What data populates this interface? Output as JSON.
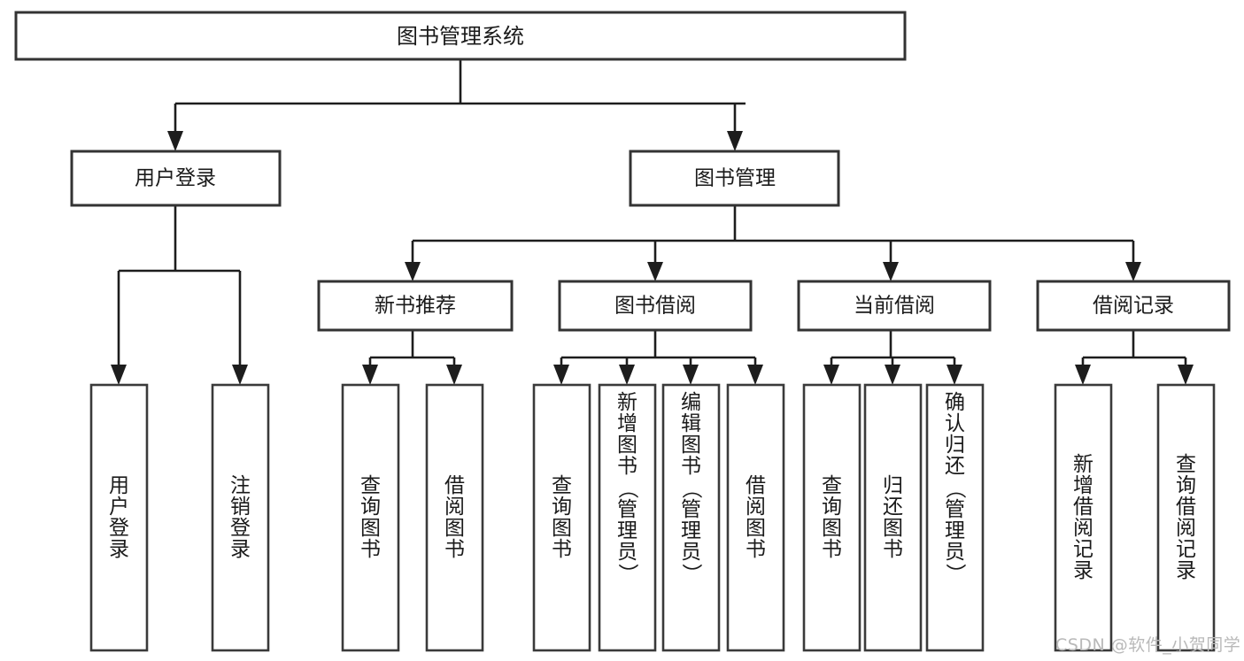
{
  "diagram": {
    "type": "tree-hierarchy",
    "title": "图书管理系统",
    "watermark": "CSDN @软件_小贺同学",
    "colors": {
      "background": "#ffffff",
      "box_stroke": "#333333",
      "connector": "#1d1d1d",
      "text": "#1a1a1a",
      "watermark": "#b9b9b9"
    },
    "levels": {
      "level1": [
        {
          "id": "root",
          "label": "图书管理系统",
          "orientation": "horizontal"
        }
      ],
      "level2": [
        {
          "id": "user-login",
          "label": "用户登录",
          "orientation": "horizontal"
        },
        {
          "id": "book-manage",
          "label": "图书管理",
          "orientation": "horizontal"
        }
      ],
      "level3": [
        {
          "id": "new-book-rec",
          "label": "新书推荐",
          "orientation": "horizontal",
          "parent": "book-manage"
        },
        {
          "id": "book-borrow",
          "label": "图书借阅",
          "orientation": "horizontal",
          "parent": "book-manage"
        },
        {
          "id": "current-borrow",
          "label": "当前借阅",
          "orientation": "horizontal",
          "parent": "book-manage"
        },
        {
          "id": "borrow-record",
          "label": "借阅记录",
          "orientation": "horizontal",
          "parent": "book-manage"
        }
      ],
      "leaves": [
        {
          "id": "leaf-user-login",
          "label": "用户登录",
          "parent": "user-login",
          "chars": [
            "用",
            "户",
            "登",
            "录"
          ]
        },
        {
          "id": "leaf-logout",
          "label": "注销登录",
          "parent": "user-login",
          "chars": [
            "注",
            "销",
            "登",
            "录"
          ]
        },
        {
          "id": "leaf-query-book-1",
          "label": "查询图书",
          "parent": "new-book-rec",
          "chars": [
            "查",
            "询",
            "图",
            "书"
          ]
        },
        {
          "id": "leaf-borrow-book-1",
          "label": "借阅图书",
          "parent": "new-book-rec",
          "chars": [
            "借",
            "阅",
            "图",
            "书"
          ]
        },
        {
          "id": "leaf-query-book-2",
          "label": "查询图书",
          "parent": "book-borrow",
          "chars": [
            "查",
            "询",
            "图",
            "书"
          ]
        },
        {
          "id": "leaf-add-book",
          "label": "新增图书（管理员）",
          "parent": "book-borrow",
          "chars": [
            "新",
            "增",
            "图",
            "书",
            "（",
            "管",
            "理",
            "员",
            "）"
          ]
        },
        {
          "id": "leaf-edit-book",
          "label": "编辑图书（管理员）",
          "parent": "book-borrow",
          "chars": [
            "编",
            "辑",
            "图",
            "书",
            "（",
            "管",
            "理",
            "员",
            "）"
          ]
        },
        {
          "id": "leaf-borrow-book-2",
          "label": "借阅图书",
          "parent": "book-borrow",
          "chars": [
            "借",
            "阅",
            "图",
            "书"
          ]
        },
        {
          "id": "leaf-query-book-3",
          "label": "查询图书",
          "parent": "current-borrow",
          "chars": [
            "查",
            "询",
            "图",
            "书"
          ]
        },
        {
          "id": "leaf-return-book",
          "label": "归还图书",
          "parent": "current-borrow",
          "chars": [
            "归",
            "还",
            "图",
            "书"
          ]
        },
        {
          "id": "leaf-confirm-return",
          "label": "确认归还（管理员）",
          "parent": "current-borrow",
          "chars": [
            "确",
            "认",
            "归",
            "还",
            "（",
            "管",
            "理",
            "员",
            "）"
          ]
        },
        {
          "id": "leaf-add-record",
          "label": "新增借阅记录",
          "parent": "borrow-record",
          "chars": [
            "新",
            "增",
            "借",
            "阅",
            "记",
            "录"
          ]
        },
        {
          "id": "leaf-query-record",
          "label": "查询借阅记录",
          "parent": "borrow-record",
          "chars": [
            "查",
            "询",
            "借",
            "阅",
            "记",
            "录"
          ]
        }
      ]
    }
  }
}
